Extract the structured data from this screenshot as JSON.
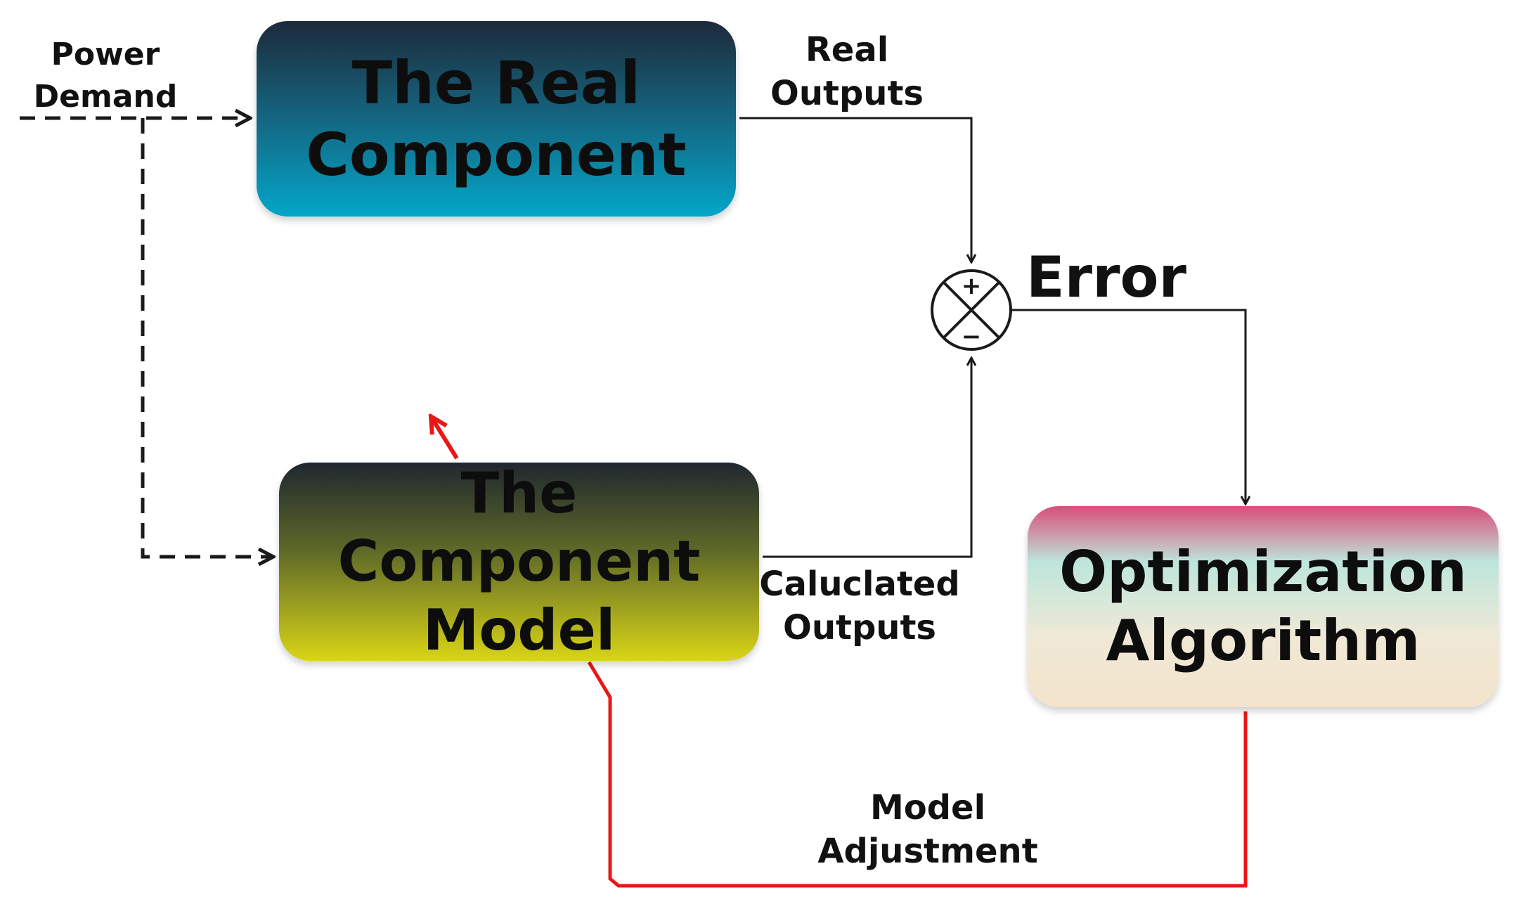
{
  "blocks": {
    "real_component": [
      "The Real",
      "Component"
    ],
    "component_model": [
      "The Component",
      "Model"
    ],
    "optimization": [
      "Optimization",
      "Algorithm"
    ]
  },
  "labels": {
    "power_demand": [
      "Power",
      "Demand"
    ],
    "real_outputs": [
      "Real",
      "Outputs"
    ],
    "calculated_outputs": [
      "Caluclated",
      "Outputs"
    ],
    "model_adjustment": [
      "Model",
      "Adjustment"
    ],
    "error": "Error"
  },
  "summing_junction": {
    "plus": "+",
    "minus": "−"
  },
  "colors": {
    "wire": "#1a1a1a",
    "feedback": "#e81818",
    "real_component_gradient": [
      "#1d2a3a",
      "#03a6c9"
    ],
    "component_model_gradient": [
      "#20272f",
      "#d9d516"
    ],
    "optimization_gradient": [
      "#d94f78",
      "#bde6dc",
      "#f4e3cc"
    ]
  }
}
